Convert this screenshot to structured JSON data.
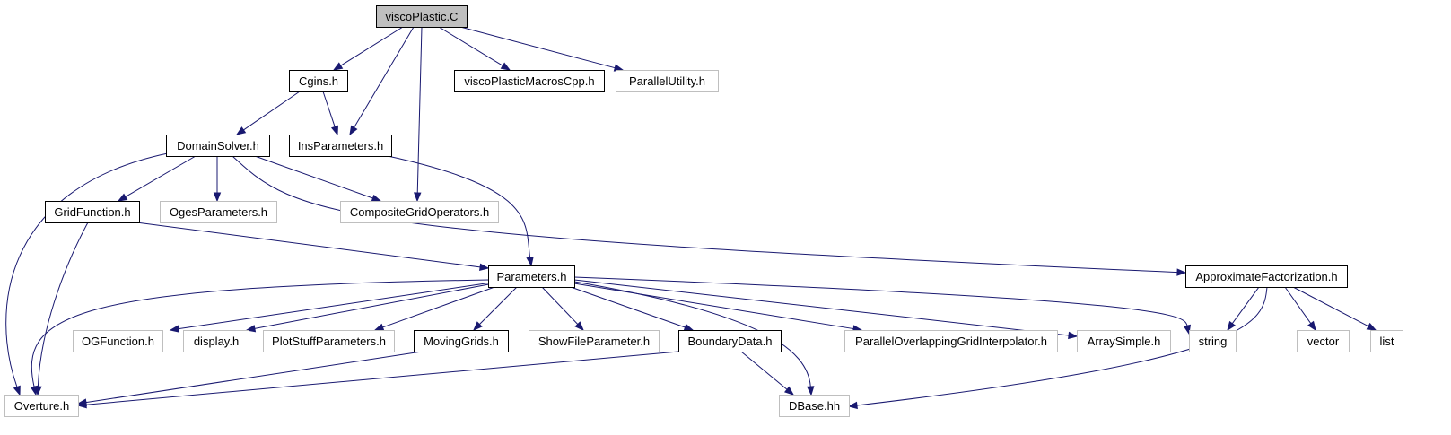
{
  "graph": {
    "nodes": [
      {
        "id": "viscoPlastic_C",
        "label": "viscoPlastic.C",
        "kind": "root"
      },
      {
        "id": "Cgins_h",
        "label": "Cgins.h",
        "kind": "documented"
      },
      {
        "id": "viscoPlasticMacrosCpp_h",
        "label": "viscoPlasticMacrosCpp.h",
        "kind": "documented"
      },
      {
        "id": "ParallelUtility_h",
        "label": "ParallelUtility.h",
        "kind": "external"
      },
      {
        "id": "DomainSolver_h",
        "label": "DomainSolver.h",
        "kind": "documented"
      },
      {
        "id": "InsParameters_h",
        "label": "InsParameters.h",
        "kind": "documented"
      },
      {
        "id": "GridFunction_h",
        "label": "GridFunction.h",
        "kind": "documented"
      },
      {
        "id": "OgesParameters_h",
        "label": "OgesParameters.h",
        "kind": "external"
      },
      {
        "id": "CompositeGridOperators_h",
        "label": "CompositeGridOperators.h",
        "kind": "external"
      },
      {
        "id": "Parameters_h",
        "label": "Parameters.h",
        "kind": "documented"
      },
      {
        "id": "ApproximateFactorization_h",
        "label": "ApproximateFactorization.h",
        "kind": "documented"
      },
      {
        "id": "OGFunction_h",
        "label": "OGFunction.h",
        "kind": "external"
      },
      {
        "id": "display_h",
        "label": "display.h",
        "kind": "external"
      },
      {
        "id": "PlotStuffParameters_h",
        "label": "PlotStuffParameters.h",
        "kind": "external"
      },
      {
        "id": "MovingGrids_h",
        "label": "MovingGrids.h",
        "kind": "documented"
      },
      {
        "id": "ShowFileParameter_h",
        "label": "ShowFileParameter.h",
        "kind": "external"
      },
      {
        "id": "BoundaryData_h",
        "label": "BoundaryData.h",
        "kind": "documented"
      },
      {
        "id": "ParallelOverlappingGridInterpolator_h",
        "label": "ParallelOverlappingGridInterpolator.h",
        "kind": "external"
      },
      {
        "id": "ArraySimple_h",
        "label": "ArraySimple.h",
        "kind": "external"
      },
      {
        "id": "string",
        "label": "string",
        "kind": "external"
      },
      {
        "id": "vector",
        "label": "vector",
        "kind": "external"
      },
      {
        "id": "list",
        "label": "list",
        "kind": "external"
      },
      {
        "id": "Overture_h",
        "label": "Overture.h",
        "kind": "external"
      },
      {
        "id": "DBase_hh",
        "label": "DBase.hh",
        "kind": "external"
      }
    ],
    "edges": [
      {
        "from": "viscoPlastic_C",
        "to": "Cgins_h"
      },
      {
        "from": "viscoPlastic_C",
        "to": "InsParameters_h"
      },
      {
        "from": "viscoPlastic_C",
        "to": "CompositeGridOperators_h"
      },
      {
        "from": "viscoPlastic_C",
        "to": "viscoPlasticMacrosCpp_h"
      },
      {
        "from": "viscoPlastic_C",
        "to": "ParallelUtility_h"
      },
      {
        "from": "Cgins_h",
        "to": "DomainSolver_h"
      },
      {
        "from": "Cgins_h",
        "to": "InsParameters_h"
      },
      {
        "from": "DomainSolver_h",
        "to": "Overture_h"
      },
      {
        "from": "DomainSolver_h",
        "to": "GridFunction_h"
      },
      {
        "from": "DomainSolver_h",
        "to": "OgesParameters_h"
      },
      {
        "from": "DomainSolver_h",
        "to": "CompositeGridOperators_h"
      },
      {
        "from": "DomainSolver_h",
        "to": "ApproximateFactorization_h"
      },
      {
        "from": "InsParameters_h",
        "to": "Parameters_h"
      },
      {
        "from": "GridFunction_h",
        "to": "Overture_h"
      },
      {
        "from": "GridFunction_h",
        "to": "Parameters_h"
      },
      {
        "from": "Parameters_h",
        "to": "Overture_h"
      },
      {
        "from": "Parameters_h",
        "to": "OGFunction_h"
      },
      {
        "from": "Parameters_h",
        "to": "display_h"
      },
      {
        "from": "Parameters_h",
        "to": "PlotStuffParameters_h"
      },
      {
        "from": "Parameters_h",
        "to": "MovingGrids_h"
      },
      {
        "from": "Parameters_h",
        "to": "ShowFileParameter_h"
      },
      {
        "from": "Parameters_h",
        "to": "BoundaryData_h"
      },
      {
        "from": "Parameters_h",
        "to": "DBase_hh"
      },
      {
        "from": "Parameters_h",
        "to": "ParallelOverlappingGridInterpolator_h"
      },
      {
        "from": "Parameters_h",
        "to": "ArraySimple_h"
      },
      {
        "from": "Parameters_h",
        "to": "string"
      },
      {
        "from": "MovingGrids_h",
        "to": "Overture_h"
      },
      {
        "from": "BoundaryData_h",
        "to": "Overture_h"
      },
      {
        "from": "BoundaryData_h",
        "to": "DBase_hh"
      },
      {
        "from": "ApproximateFactorization_h",
        "to": "string"
      },
      {
        "from": "ApproximateFactorization_h",
        "to": "vector"
      },
      {
        "from": "ApproximateFactorization_h",
        "to": "list"
      },
      {
        "from": "ApproximateFactorization_h",
        "to": "DBase_hh"
      }
    ]
  },
  "styles": {
    "root_fill": "#bfbfbf",
    "root_stroke": "#000000",
    "documented_fill": "#ffffff",
    "documented_stroke": "#000000",
    "external_fill": "#ffffff",
    "external_stroke": "#bfbfbf",
    "edge_color": "#191970",
    "text_color": "#000000"
  }
}
